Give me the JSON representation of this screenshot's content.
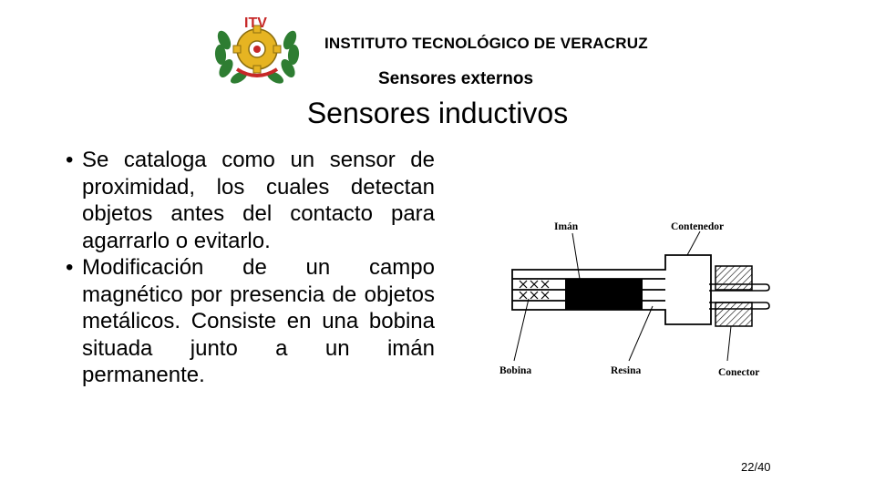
{
  "header": {
    "institution": "INSTITUTO TECNOLÓGICO DE VERACRUZ",
    "logo_text": "ITV",
    "subtitle": "Sensores externos"
  },
  "slide": {
    "title": "Sensores inductivos",
    "bullets": [
      "Se cataloga como un sensor de proximidad, los cuales detectan objetos antes del contacto para agarrarlo o evitarlo.",
      "Modificación de un campo magnético por presencia de objetos metálicos. Consiste en una bobina situada junto a un imán permanente."
    ]
  },
  "diagram": {
    "labels": {
      "iman": "Imán",
      "contenedor": "Contenedor",
      "bobina": "Bobina",
      "resina": "Resina",
      "conector": "Conector"
    }
  },
  "footer": {
    "page": "22/40"
  },
  "colors": {
    "logo_gold": "#e6b422",
    "logo_red": "#c62828",
    "logo_green": "#2e7d32"
  }
}
